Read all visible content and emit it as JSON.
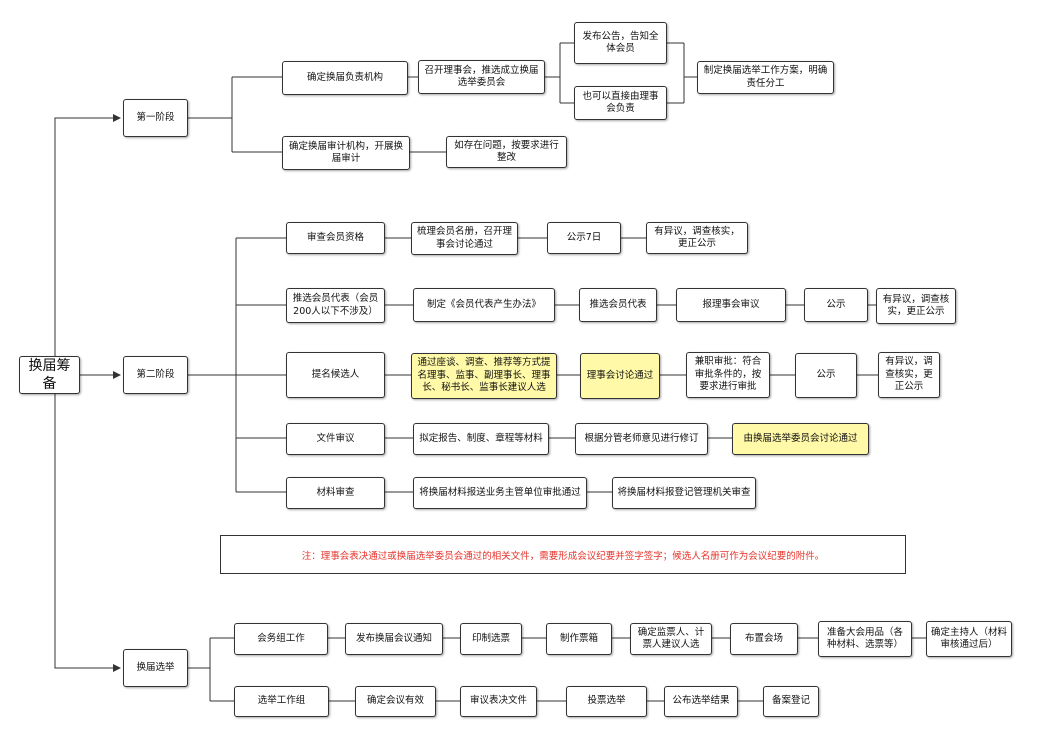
{
  "root": "换届筹备",
  "stage1": {
    "label": "第一阶段",
    "nodes": [
      "确定换届负责机构",
      "召开理事会，推选成立换届选举委员会",
      "发布公告，告知全体会员",
      "也可以直接由理事会负责",
      "制定换届选举工作方案，明确责任分工",
      "确定换届审计机构，开展换届审计",
      "如存在问题，按要求进行整改"
    ]
  },
  "stage2": {
    "label": "第二阶段",
    "rows": [
      [
        "审查会员资格",
        "梳理会员名册，召开理事会讨论通过",
        "公示7日",
        "有异议，调查核实，更正公示"
      ],
      [
        "推选会员代表（会员200人以下不涉及）",
        "制定《会员代表产生办法》",
        "推选会员代表",
        "报理事会审议",
        "公示",
        "有异议，调查核实，更正公示"
      ],
      [
        "提名候选人",
        "通过座谈、调查、推荐等方式提名理事、监事、副理事长、理事长、秘书长、监事长建议人选",
        "理事会讨论通过",
        "兼职审批：符合审批条件的，按要求进行审批",
        "公示",
        "有异议，调查核实，更正公示"
      ],
      [
        "文件审议",
        "拟定报告、制度、章程等材料",
        "根据分管老师意见进行修订",
        "由换届选举委员会讨论通过"
      ],
      [
        "材料审查",
        "将换届材料报送业务主管单位审批通过",
        "将换届材料报登记管理机关审查"
      ]
    ]
  },
  "note": "注：理事会表决通过或换届选举委员会通过的相关文件，需要形成会议纪要并签字签字；候选人名册可作为会议纪要的附件。",
  "stage3": {
    "label": "换届选举",
    "rows": [
      [
        "会务组工作",
        "发布换届会议通知",
        "印制选票",
        "制作票箱",
        "确定监票人、计票人建议人选",
        "布置会场",
        "准备大会用品（各种材料、选票等）",
        "确定主持人（材料审核通过后）"
      ],
      [
        "选举工作组",
        "确定会议有效",
        "审议表决文件",
        "投票选举",
        "公布选举结果",
        "备案登记"
      ]
    ]
  },
  "colors": {
    "line": "#333333",
    "highlight": "#fff9a8",
    "note": "#e6332a"
  }
}
